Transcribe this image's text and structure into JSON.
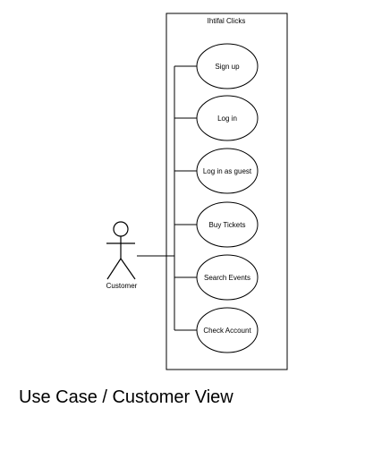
{
  "diagram": {
    "system_name": "Ihtifal Clicks",
    "actor": {
      "name": "Customer",
      "icon": "stick-figure-icon"
    },
    "use_cases": [
      {
        "label": "Sign up"
      },
      {
        "label": "Log in"
      },
      {
        "label": "Log in as guest"
      },
      {
        "label": "Buy Tickets"
      },
      {
        "label": "Search Events"
      },
      {
        "label": "Check Account"
      }
    ],
    "caption": "Use Case / Customer View"
  }
}
